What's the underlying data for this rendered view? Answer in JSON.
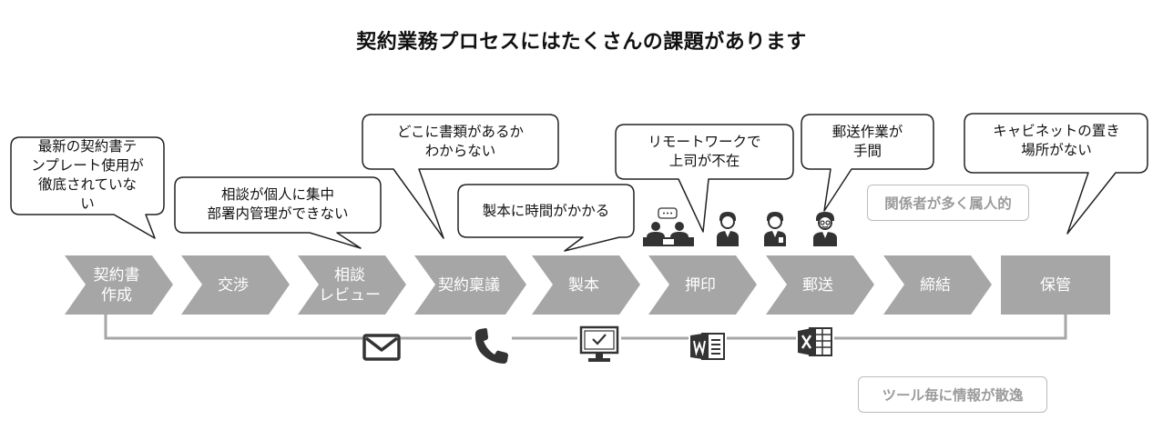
{
  "title": "契約業務プロセスにはたくさんの課題があります",
  "steps": [
    {
      "label": "契約書\n作成"
    },
    {
      "label": "交渉"
    },
    {
      "label": "相談\nレビュー"
    },
    {
      "label": "契約稟議"
    },
    {
      "label": "製本"
    },
    {
      "label": "押印"
    },
    {
      "label": "郵送"
    },
    {
      "label": "締結"
    },
    {
      "label": "保管"
    }
  ],
  "bubbles": [
    {
      "text": "最新の契約書テ\nンプレート使用が\n徹底されていな\nい"
    },
    {
      "text": "相談が個人に集中\n部署内管理ができない"
    },
    {
      "text": "どこに書類があるか\nわからない"
    },
    {
      "text": "製本に時間がかかる"
    },
    {
      "text": "リモートワークで\n上司が不在"
    },
    {
      "text": "郵送作業が\n手間"
    },
    {
      "text": "キャビネットの置き\n場所がない"
    }
  ],
  "notes": {
    "stakeholders": "関係者が多く属人的",
    "tools": "ツール毎に情報が散逸"
  },
  "colors": {
    "step_fill": "#a6a6a6",
    "bubble_stroke": "#222222",
    "note_text": "#9b9b9b",
    "icon": "#333333"
  },
  "icons": [
    "envelope-icon",
    "phone-icon",
    "monitor-icon",
    "word-icon",
    "excel-icon",
    "meeting-icon",
    "person-icon",
    "person-icon",
    "person-icon"
  ]
}
